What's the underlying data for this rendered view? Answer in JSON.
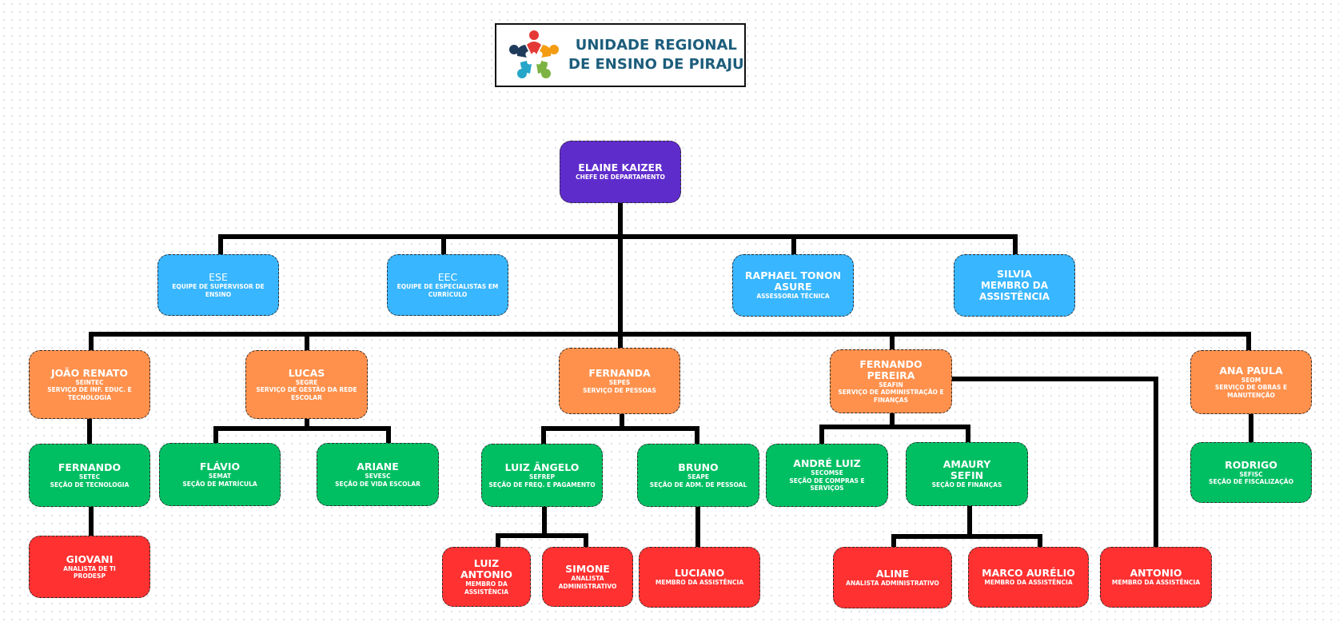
{
  "header": {
    "title_line1": "UNIDADE REGIONAL",
    "title_line2": "DE ENSINO DE PIRAJU",
    "logo_icon": "people-circle-logo-icon"
  },
  "nodes": {
    "elaine": {
      "name": "ELAINE KAIZER",
      "sub": "CHEFE DE DEPARTAMENTO",
      "color": "purple"
    },
    "ese": {
      "name": "ESE",
      "sub": "EQUIPE DE SUPERVISOR DE ENSINO",
      "color": "blue"
    },
    "eec": {
      "name": "EEC",
      "sub": "EQUIPE DE ESPECIALISTAS EM CURRÍCULO",
      "color": "blue"
    },
    "raphael": {
      "name": "RAPHAEL TONON",
      "name2": "ASURE",
      "sub": "ASSESSORIA TÉCNICA",
      "color": "blue"
    },
    "silvia": {
      "name": "SILVIA",
      "name2": "MEMBRO DA ASSISTÊNCIA",
      "color": "blue"
    },
    "joao": {
      "name": "JOÃO RENATO",
      "code": "SEINTEC",
      "sub": "SERVIÇO DE INF. EDUC. E TECNOLOGIA",
      "color": "orange"
    },
    "lucas": {
      "name": "LUCAS",
      "code": "SEGRE",
      "sub": "SERVIÇO DE GESTÃO DA REDE ESCOLAR",
      "color": "orange"
    },
    "fernanda": {
      "name": "FERNANDA",
      "code": "SEPES",
      "sub": "SERVIÇO DE PESSOAS",
      "color": "orange"
    },
    "fpereira": {
      "name": "FERNANDO PEREIRA",
      "code": "SEAFIN",
      "sub": "SERVIÇO DE ADMINISTRAÇÃO E FINANÇAS",
      "color": "orange"
    },
    "anapaula": {
      "name": "ANA PAULA",
      "code": "SEOM",
      "sub": "SERVIÇO DE OBRAS E MANUTENÇÃO",
      "color": "orange"
    },
    "fernando": {
      "name": "FERNANDO",
      "code": "SETEC",
      "sub": "SEÇÃO DE TECNOLOGIA",
      "color": "green"
    },
    "flavio": {
      "name": "FLÁVIO",
      "code": "SEMAT",
      "sub": "SEÇÃO DE MATRÍCULA",
      "color": "green"
    },
    "ariane": {
      "name": "ARIANE",
      "code": "SEVESC",
      "sub": "SEÇÃO DE VIDA ESCOLAR",
      "color": "green"
    },
    "luizangelo": {
      "name": "LUIZ ÂNGELO",
      "code": "SEFREP",
      "sub": "SEÇÃO DE FREQ. E PAGAMENTO",
      "color": "green"
    },
    "bruno": {
      "name": "BRUNO",
      "code": "SEAPE",
      "sub": "SEÇÃO DE ADM. DE PESSOAL",
      "color": "green"
    },
    "andre": {
      "name": "ANDRÉ LUIZ",
      "code": "SECOMSE",
      "sub": "SEÇÃO DE COMPRAS E SERVIÇOS",
      "color": "green"
    },
    "amaury": {
      "name": "AMAURY",
      "name2": "SEFIN",
      "sub": "SEÇÃO DE FINANÇAS",
      "color": "green"
    },
    "rodrigo": {
      "name": "RODRIGO",
      "code": "SEFISC",
      "sub": "SEÇÃO DE FISCALIZAÇÃO",
      "color": "green"
    },
    "giovani": {
      "name": "GIOVANI",
      "sub": "ANALISTA DE TI PRODESP",
      "color": "red"
    },
    "luizantonio": {
      "name": "LUIZ ANTONIO",
      "sub": "MEMBRO DA ASSISTÊNCIA",
      "color": "red"
    },
    "simone": {
      "name": "SIMONE",
      "sub": "ANALISTA ADMINISTRATIVO",
      "color": "red"
    },
    "luciano": {
      "name": "LUCIANO",
      "sub": "MEMBRO DA ASSISTÊNCIA",
      "color": "red"
    },
    "aline": {
      "name": "ALINE",
      "sub": "ANALISTA ADMINISTRATIVO",
      "color": "red"
    },
    "marco": {
      "name": "MARCO AURÉLIO",
      "sub": "MEMBRO DA ASSISTÊNCIA",
      "color": "red"
    },
    "antonio": {
      "name": "ANTONIO",
      "sub": "MEMBRO DA ASSISTÊNCIA",
      "color": "red"
    }
  },
  "colors": {
    "purple": "#5f2ccc",
    "blue": "#38b6ff",
    "orange": "#ff914d",
    "green": "#00bf63",
    "red": "#ff3131",
    "header_text": "#1c5d7c",
    "connector": "#000000"
  }
}
